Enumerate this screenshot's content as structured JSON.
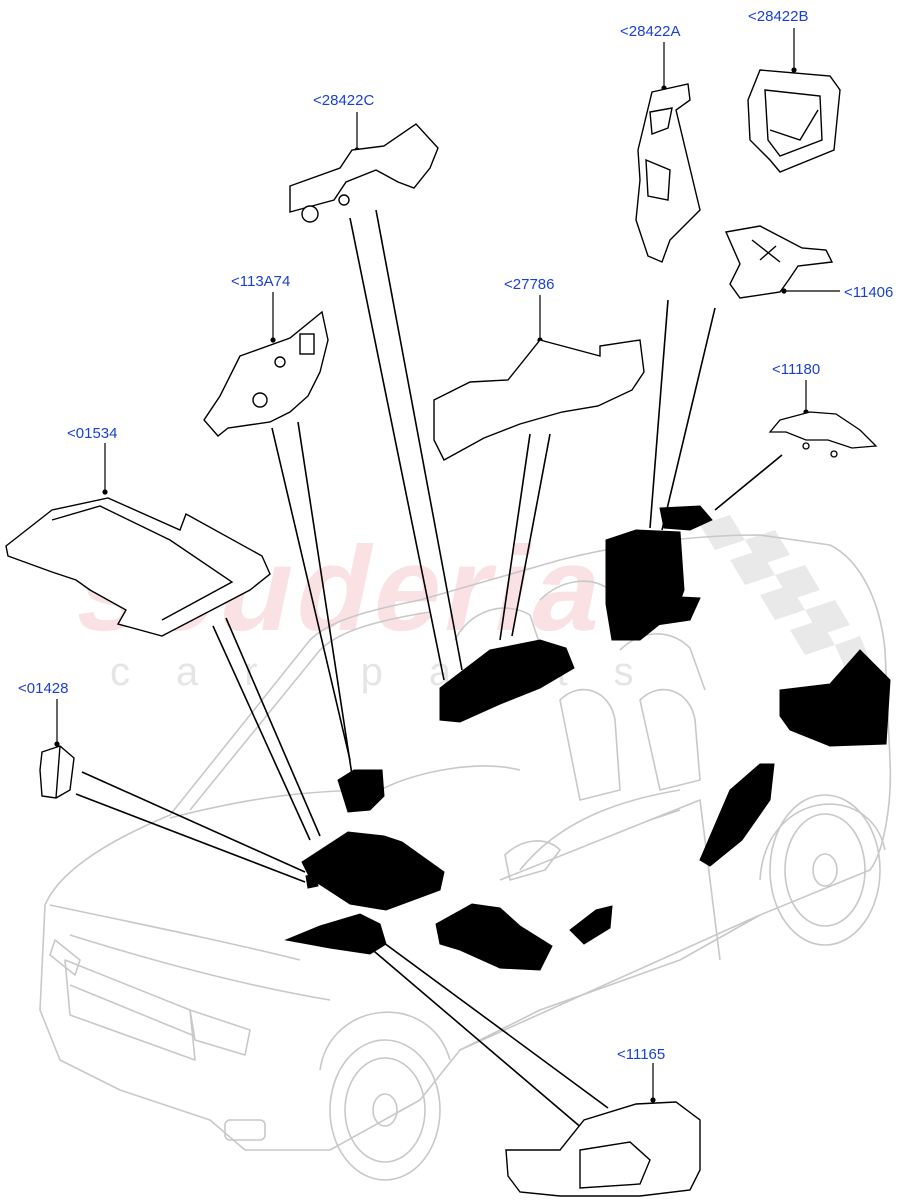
{
  "diagram": {
    "callouts": {
      "c28422A": "<28422A",
      "c28422B": "<28422B",
      "c28422C": "<28422C",
      "c113A74": "<113A74",
      "c27786": "<27786",
      "c11406": "<11406",
      "c11180": "<11180",
      "c01534": "<01534",
      "c01428": "<01428",
      "c11165": "<11165"
    },
    "watermark": {
      "main": "scuderia",
      "sub": "car parts"
    },
    "colors": {
      "callout_text": "#1a3fd6",
      "part_fill": "#000000",
      "outline": "#c8c8c8",
      "watermark": "#e6a0a8"
    }
  }
}
